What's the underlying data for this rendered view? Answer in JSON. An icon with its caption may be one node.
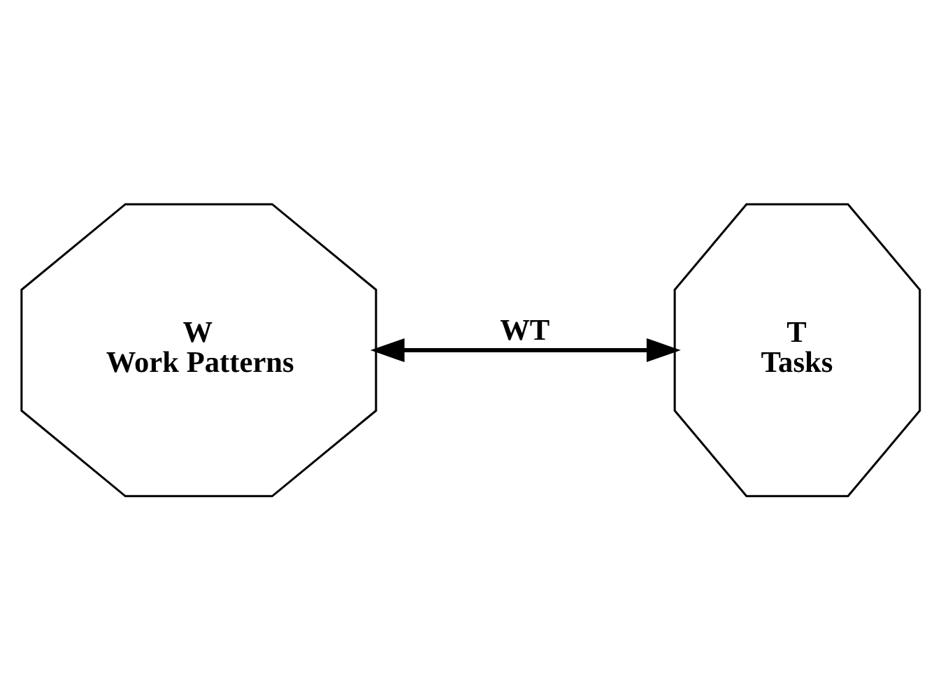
{
  "diagram": {
    "nodes": [
      {
        "text": [
          "W",
          "Work Patterns"
        ]
      },
      {
        "text": [
          "T",
          "Tasks"
        ]
      }
    ],
    "edges": [
      {
        "from": 0,
        "to": 1,
        "arrow": "both",
        "label": "WT"
      }
    ]
  }
}
